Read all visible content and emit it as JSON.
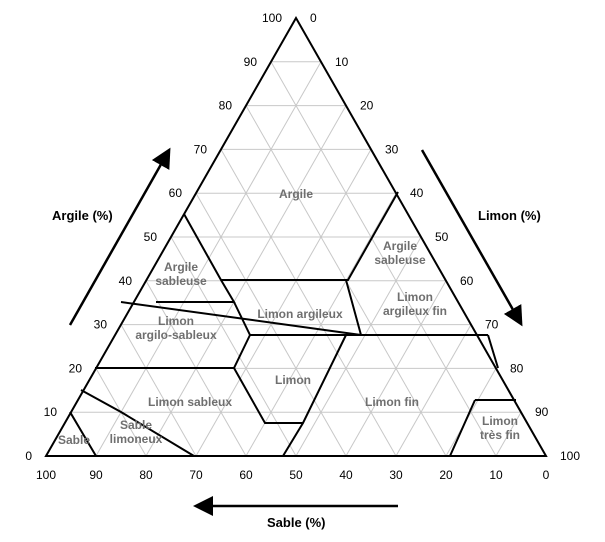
{
  "colors": {
    "grid": "#c8c8c8",
    "boundary": "#000000",
    "region_label": "#6f6f6f"
  },
  "axes": {
    "argile": {
      "title": "Argile (%)",
      "ticks": [
        "0",
        "10",
        "20",
        "30",
        "40",
        "50",
        "60",
        "70",
        "80",
        "90",
        "100"
      ]
    },
    "limon": {
      "title": "Limon (%)",
      "ticks": [
        "0",
        "10",
        "20",
        "30",
        "40",
        "50",
        "60",
        "70",
        "80",
        "90",
        "100"
      ]
    },
    "sable": {
      "title": "Sable (%)",
      "ticks": [
        "100",
        "90",
        "80",
        "70",
        "60",
        "50",
        "40",
        "30",
        "20",
        "10",
        "0"
      ]
    }
  },
  "regions": [
    {
      "id": "argile",
      "lines": [
        "Argile"
      ]
    },
    {
      "id": "argile-sableuse",
      "lines": [
        "Argile",
        "sableuse"
      ]
    },
    {
      "id": "argile-sableuse-right",
      "lines": [
        "Argile",
        "sableuse"
      ]
    },
    {
      "id": "limon-argileux",
      "lines": [
        "Limon argileux"
      ]
    },
    {
      "id": "limon-argileux-fin",
      "lines": [
        "Limon",
        "argileux fin"
      ]
    },
    {
      "id": "limon-argilo-sableux",
      "lines": [
        "Limon",
        "argilo-sableux"
      ]
    },
    {
      "id": "limon",
      "lines": [
        "Limon"
      ]
    },
    {
      "id": "limon-sableux",
      "lines": [
        "Limon sableux"
      ]
    },
    {
      "id": "limon-fin",
      "lines": [
        "Limon fin"
      ]
    },
    {
      "id": "limon-tres-fin",
      "lines": [
        "Limon",
        "très fin"
      ]
    },
    {
      "id": "sable",
      "lines": [
        "Sable"
      ]
    },
    {
      "id": "sable-limoneux",
      "lines": [
        "Sable",
        "limoneux"
      ]
    }
  ]
}
